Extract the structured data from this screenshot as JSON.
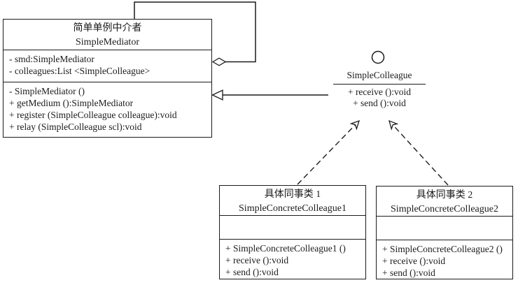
{
  "diagram": {
    "mediator": {
      "name_cn": "简单单例中介者",
      "name_en": "SimpleMediator",
      "attributes": [
        "- smd:SimpleMediator",
        "- colleagues:List <SimpleColleague>"
      ],
      "methods": [
        "- SimpleMediator ()",
        "+ getMedium ():SimpleMediator",
        "+ register (SimpleColleague colleague):void",
        "+ relay (SimpleColleague scl):void"
      ]
    },
    "interface": {
      "name": "SimpleColleague",
      "methods": [
        "+ receive ():void",
        "+ send ():void"
      ]
    },
    "colleague1": {
      "name_cn": "具体同事类 1",
      "name_en": "SimpleConcreteColleague1",
      "methods": [
        "+ SimpleConcreteColleague1 ()",
        "+ receive ():void",
        "+ send ():void"
      ]
    },
    "colleague2": {
      "name_cn": "具体同事类 2",
      "name_en": "SimpleConcreteColleague2",
      "methods": [
        "+ SimpleConcreteColleague2 ()",
        "+ receive ():void",
        "+ send ():void"
      ]
    },
    "relationships": [
      {
        "type": "aggregation-self-loop",
        "from": "SimpleMediator",
        "to": "SimpleMediator"
      },
      {
        "type": "open-triangle-arrow",
        "from": "SimpleColleague",
        "to": "SimpleMediator"
      },
      {
        "type": "dashed-arrow",
        "from": "SimpleConcreteColleague1",
        "to": "SimpleColleague"
      },
      {
        "type": "dashed-arrow",
        "from": "SimpleConcreteColleague2",
        "to": "SimpleColleague"
      }
    ]
  },
  "colors": {
    "line": "#1b1b1b",
    "background": "#ffffff"
  }
}
